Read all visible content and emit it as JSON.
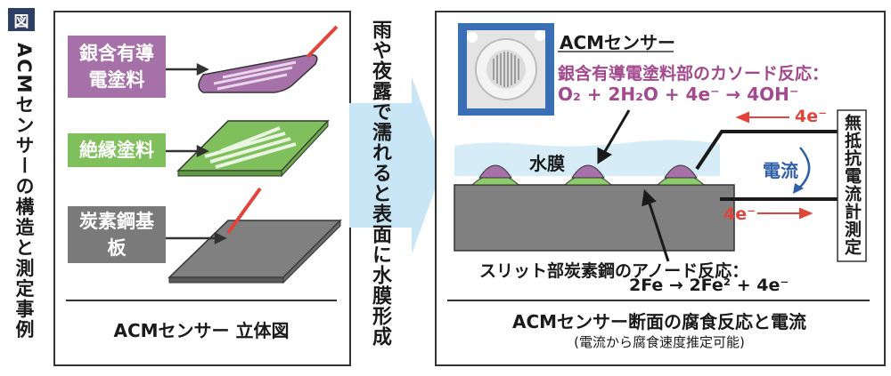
{
  "figure": {
    "badge": "図",
    "vertical_title": "ACMセンサーの構造と測定事例"
  },
  "left_panel": {
    "layers": [
      {
        "label": "銀含有導電塗料",
        "color": "#a670a8"
      },
      {
        "label": "絶縁塗料",
        "color": "#7fbf5c"
      },
      {
        "label": "炭素鋼基板",
        "color": "#7a7a7a"
      }
    ],
    "caption": "ACMセンサー 立体図"
  },
  "middle": {
    "text": "雨や夜露で濡れると表面に水膜形成",
    "arrow_color": "#c9e6f6"
  },
  "right_panel": {
    "photo_label": "ACMセンサー",
    "cathode_title": "銀含有導電塗料部のカソード反応：",
    "cathode_eq": "O₂ + 2H₂O + 4e⁻ → 4OH⁻",
    "electron_top": "4e⁻",
    "electron_bottom": "4e⁻",
    "water_film": "水膜",
    "current_label": "電流",
    "meter_label": "無抵抗電流計測定",
    "anode_title": "スリット部炭素鋼のアノード反応：",
    "anode_eq": "2Fe → 2Fe² + 4e⁻",
    "caption": "ACMセンサー断面の腐食反応と電流",
    "sub_caption": "(電流から腐食速度推定可能)"
  },
  "colors": {
    "silver_paint": "#a670a8",
    "insulating_paint": "#8ccd6a",
    "carbon_steel": "#808080",
    "water_film": "#d6ecf7",
    "electron_arrow": "#e0443a",
    "current_arrow": "#2f5fa8"
  }
}
